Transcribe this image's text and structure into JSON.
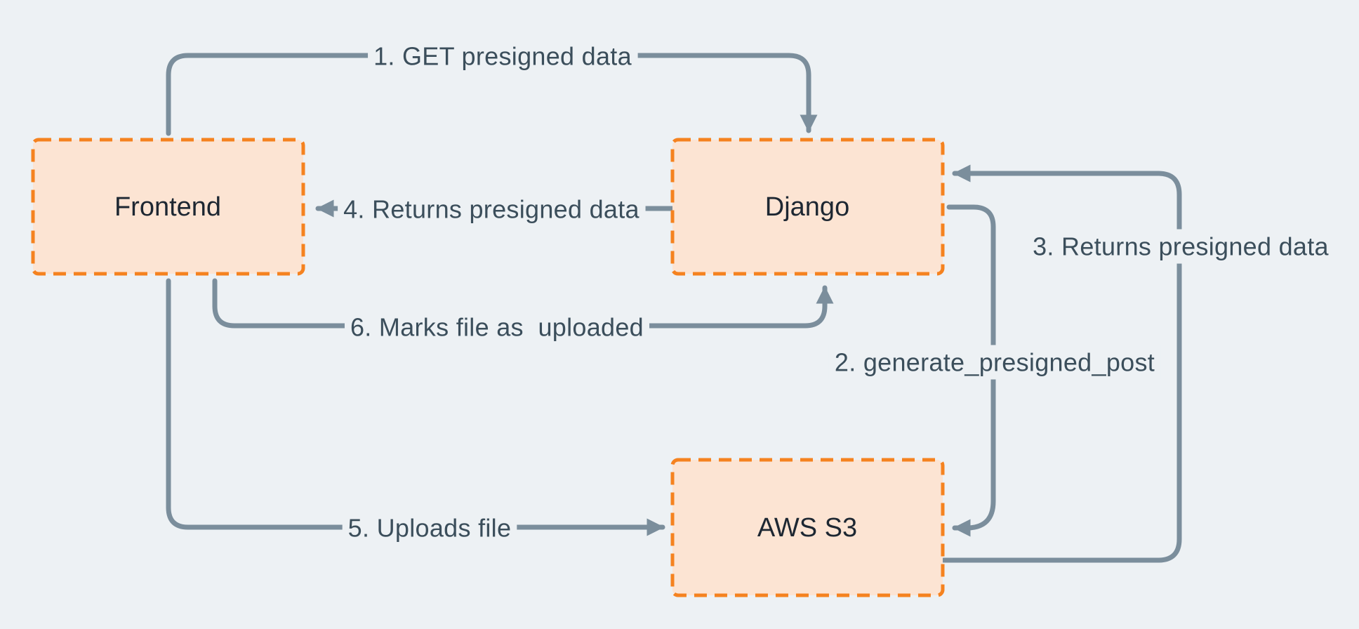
{
  "diagram": {
    "type": "flow-diagram",
    "topic": "S3 presigned upload flow",
    "colors": {
      "background": "#edf1f4",
      "node_fill": "#fce4d3",
      "node_border": "#f5821f",
      "arrow": "#7b8e9c",
      "edge_label_text": "#3b4e5b",
      "node_label_text": "#1d2732"
    },
    "nodes": [
      {
        "id": "frontend",
        "label": "Frontend"
      },
      {
        "id": "django",
        "label": "Django"
      },
      {
        "id": "aws-s3",
        "label": "AWS S3"
      }
    ],
    "edges": [
      {
        "step": "1",
        "label": "1. GET presigned data",
        "from": "frontend",
        "to": "django"
      },
      {
        "step": "2",
        "label": "2. generate_presigned_post",
        "from": "django",
        "to": "aws-s3"
      },
      {
        "step": "3",
        "label": "3. Returns presigned data",
        "from": "aws-s3",
        "to": "django"
      },
      {
        "step": "4",
        "label": "4. Returns presigned data",
        "from": "django",
        "to": "frontend"
      },
      {
        "step": "5",
        "label": "5. Uploads file",
        "from": "frontend",
        "to": "aws-s3"
      },
      {
        "step": "6",
        "label": "6. Marks file as  uploaded",
        "from": "frontend",
        "to": "django"
      }
    ]
  }
}
